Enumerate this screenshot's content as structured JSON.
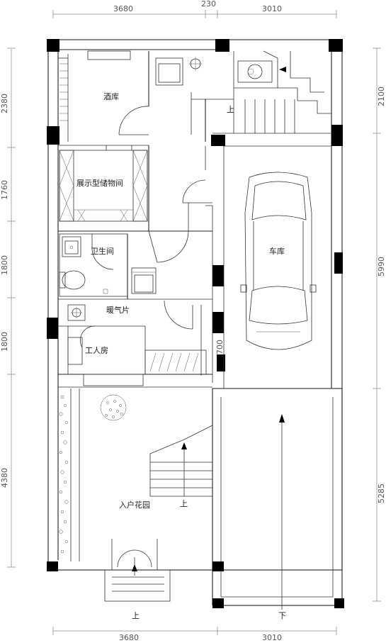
{
  "dimensions": {
    "top": [
      "3680",
      "230",
      "3010"
    ],
    "bottom": [
      "3680",
      "3010"
    ],
    "left": [
      "2380",
      "1760",
      "1800",
      "1800",
      "4380"
    ],
    "right": [
      "2100",
      "5990",
      "5285"
    ],
    "interior": [
      "700"
    ]
  },
  "rooms": {
    "wine_cellar": "酒库",
    "display_storage": "展示型储物间",
    "bathroom": "卫生间",
    "heating": "暖气片",
    "maid_room": "工人房",
    "garage": "车库",
    "entry_garden": "入户花园"
  },
  "markers": {
    "up_stair_top": "上",
    "up_stair_mid": "上",
    "up_entry": "上",
    "down_ramp": "下"
  }
}
